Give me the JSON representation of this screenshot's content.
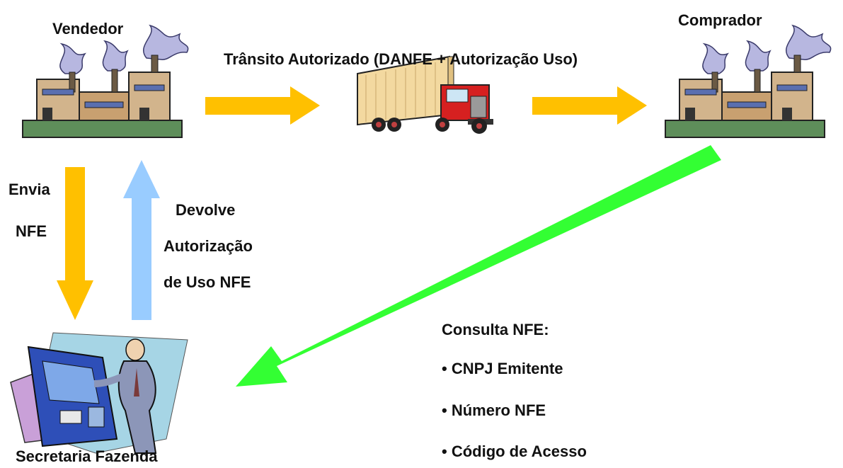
{
  "nodes": {
    "vendedor": "Vendedor",
    "comprador": "Comprador",
    "secretaria": "Secretaria Fazenda"
  },
  "transit_label": "Trânsito Autorizado (DANFE + Autorização Uso)",
  "envia": {
    "line1": "Envia",
    "line2": "NFE"
  },
  "devolve": {
    "line1": "Devolve",
    "line2": "Autorização",
    "line3": "de Uso NFE"
  },
  "consulta": {
    "title": "Consulta NFE:",
    "items": [
      "• CNPJ Emitente",
      "• Número NFE",
      "• Código de Acesso"
    ]
  },
  "colors": {
    "orange_arrow": "#FFC000",
    "blue_arrow": "#99CCFF",
    "green_arrow": "#33FF33"
  },
  "icons": [
    "factory-icon",
    "truck-icon",
    "computer-operator-icon"
  ]
}
